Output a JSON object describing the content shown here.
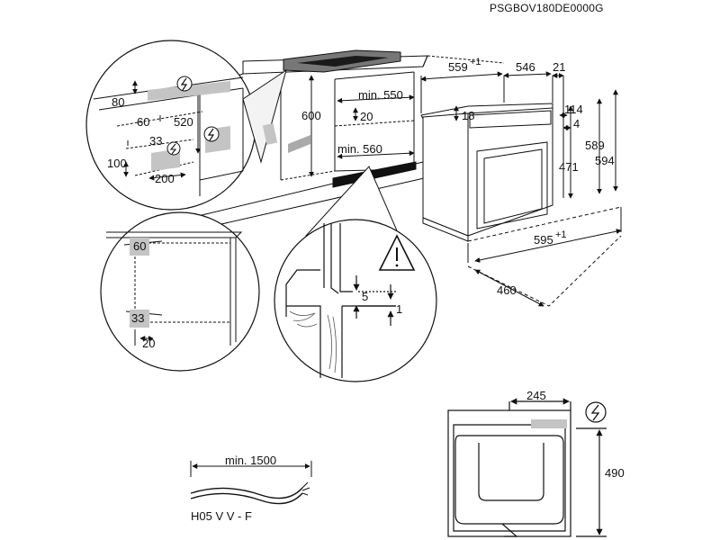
{
  "header": {
    "model_code": "PSGBOV180DE0000G"
  },
  "cabinet_cutout": {
    "depth_min": "min. 550",
    "width_min": "min. 560",
    "height": "600",
    "gap_top": "20"
  },
  "oven": {
    "depth_total": "559",
    "depth_total_tol": "+1",
    "depth_body": "546",
    "depth_front": "21",
    "top_offset": "18",
    "right_114": "114",
    "right_4": "4",
    "height_471": "471",
    "height_589": "589",
    "height_594": "594",
    "width_595": "595",
    "width_595_tol": "+1",
    "depth_460": "460"
  },
  "detail_top_circle": {
    "d80": "80",
    "d60": "60",
    "d520": "520",
    "d33": "33",
    "d100": "100",
    "d200": "200"
  },
  "detail_left_circle": {
    "d60": "60",
    "d33": "33",
    "d20": "20"
  },
  "detail_mid_circle": {
    "d5": "5",
    "d1": "1"
  },
  "cable": {
    "length": "min. 1500",
    "type": "H05 V V - F"
  },
  "back_view": {
    "width_245": "245",
    "height_490": "490"
  },
  "icons": [
    "electric-plug-icon",
    "warning-triangle-icon"
  ]
}
